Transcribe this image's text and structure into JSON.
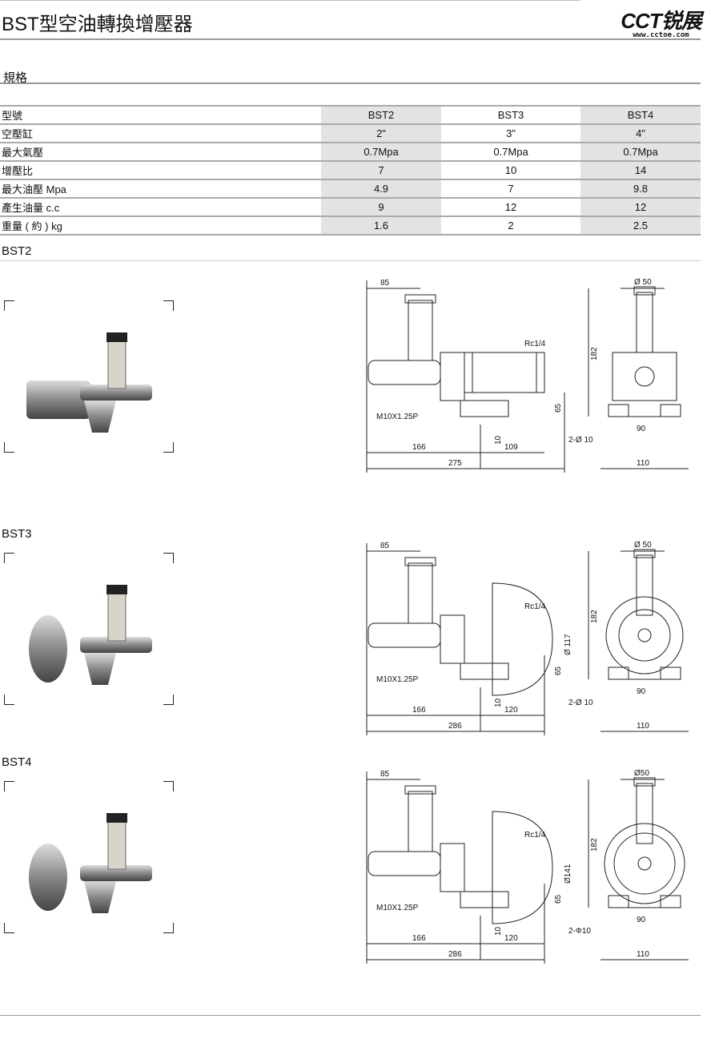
{
  "header": {
    "title": "BST型空油轉換增壓器",
    "logo_text": "CCT锐展",
    "logo_url": "www.cctoe.com"
  },
  "spec_title": "規格",
  "table": {
    "headers": [
      "型號",
      "BST2",
      "BST3",
      "BST4"
    ],
    "rows": [
      [
        "空壓缸",
        "2\"",
        "3\"",
        "4\""
      ],
      [
        "最大氣壓",
        "0.7Mpa",
        "0.7Mpa",
        "0.7Mpa"
      ],
      [
        "增壓比",
        "7",
        "10",
        "14"
      ],
      [
        "最大油壓 Mpa",
        "4.9",
        "7",
        "9.8"
      ],
      [
        "產生油量  c.c",
        "9",
        "12",
        "12"
      ],
      [
        "重量 ( 約 )  kg",
        "1.6",
        "2",
        "2.5"
      ]
    ]
  },
  "sections": [
    {
      "name": "BST2",
      "dims": {
        "a": "85",
        "port": "Rc1/4",
        "thread": "M10X1.25P",
        "h65": "65",
        "h10": "10",
        "l1": "166",
        "l2": "109",
        "total": "275",
        "dia": "Ø 50",
        "height": "182",
        "holes": "2-Ø 10",
        "w1": "90",
        "w2": "110"
      }
    },
    {
      "name": "BST3",
      "dims": {
        "a": "85",
        "port": "Rc1/4",
        "thread": "M10X1.25P",
        "h65": "65",
        "h10": "10",
        "l1": "166",
        "l2": "120",
        "total": "286",
        "dia": "Ø 50",
        "height": "182",
        "holes": "2-Ø 10",
        "w1": "90",
        "w2": "110",
        "body": "Ø 117"
      }
    },
    {
      "name": "BST4",
      "dims": {
        "a": "85",
        "port": "Rc1/4",
        "thread": "M10X1.25P",
        "h65": "65",
        "h10": "10",
        "l1": "166",
        "l2": "120",
        "total": "286",
        "dia": "Ø50",
        "height": "182",
        "holes": "2-Φ10",
        "w1": "90",
        "w2": "110",
        "body": "Ø141"
      }
    }
  ]
}
